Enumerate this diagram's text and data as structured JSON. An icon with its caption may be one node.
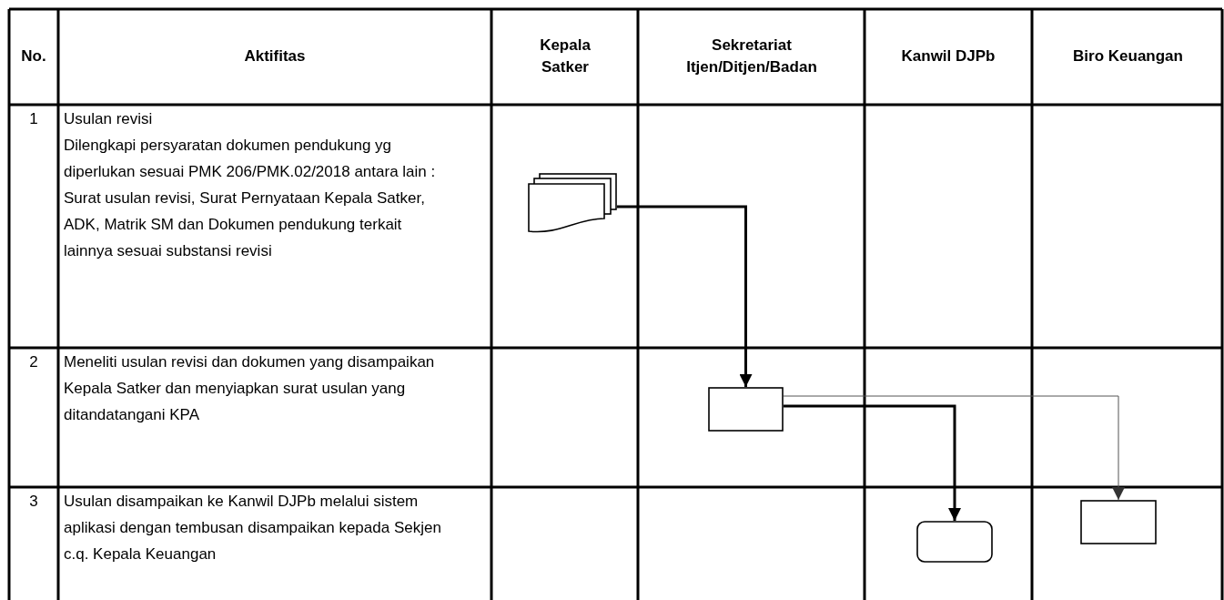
{
  "diagram": {
    "nodes": [
      {
        "text": [],
        "shape": "document"
      },
      {
        "text": [],
        "shape": "box"
      },
      {
        "text": [],
        "shape": "rounded-box"
      },
      {
        "text": [],
        "shape": "box"
      }
    ],
    "edges": [
      {
        "from": 0,
        "to": 1,
        "arrow": "to"
      },
      {
        "from": 1,
        "to": 2,
        "arrow": "to"
      },
      {
        "from": 1,
        "to": 3,
        "arrow": "to",
        "color": "#555555"
      }
    ],
    "labels": [
      "No.",
      "Aktifitas",
      "Kepala Satker",
      "Sekretariat Itjen/Ditjen/Badan",
      "Kanwil DJPb",
      "Biro Keuangan",
      "1",
      "Usulan revisi",
      "Dilengkapi persyaratan dokumen pendukung yg diperlukan sesuai PMK 206/PMK.02/2018 antara lain : Surat usulan revisi, Surat Pernyataan Kepala Satker, ADK, Matrik SM dan Dokumen pendukung terkait lainnya sesuai substansi revisi",
      "2",
      "Meneliti usulan revisi dan dokumen yang disampaikan Kepala Satker dan menyiapkan surat usulan yang ditandatangani KPA",
      "3",
      "Usulan disampaikan ke Kanwil DJPb melalui sistem aplikasi dengan tembusan disampaikan kepada Sekjen c.q. Kepala Keuangan"
    ]
  }
}
